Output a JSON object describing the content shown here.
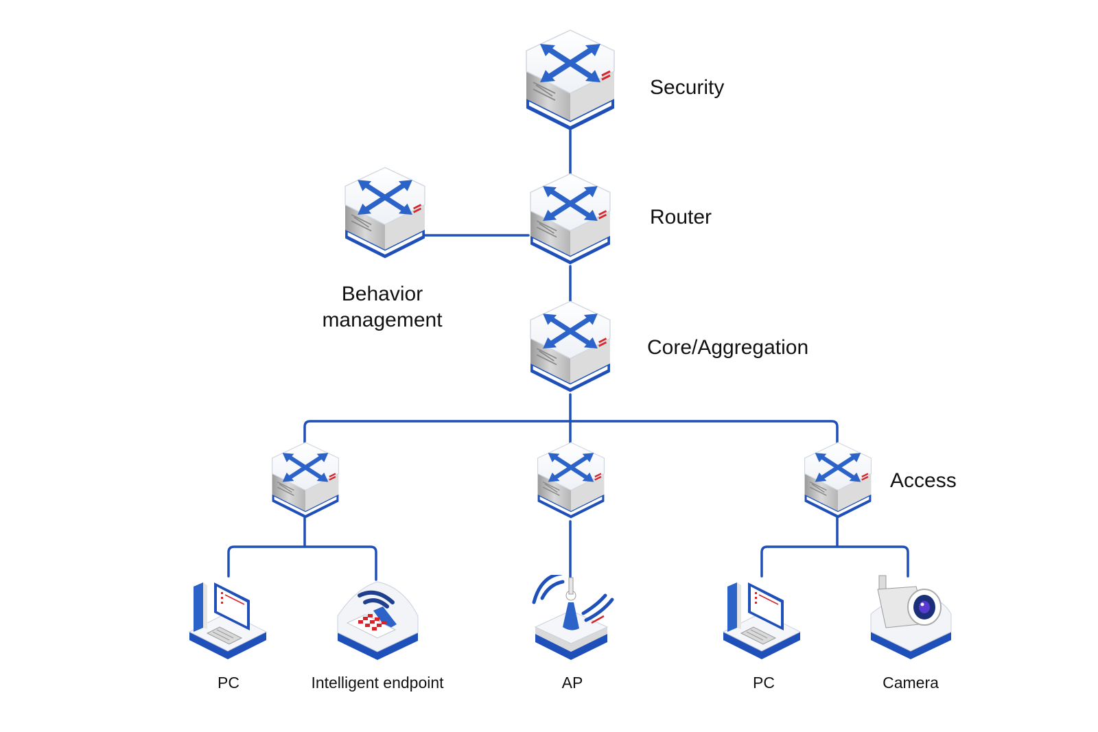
{
  "diagram": {
    "labels": {
      "security": "Security",
      "router": "Router",
      "behavior_line1": "Behavior",
      "behavior_line2": "management",
      "core": "Core/Aggregation",
      "access": "Access",
      "pc_left": "PC",
      "intelligent_endpoint": "Intelligent endpoint",
      "ap": "AP",
      "pc_right": "PC",
      "camera": "Camera"
    },
    "colors": {
      "link": "#1f4fb8",
      "device_blue": "#2b63c9",
      "accent_red": "#d8232a",
      "device_gray": "#bdbdbd"
    },
    "icons": {
      "switch": "switch-icon",
      "pc": "pc-icon",
      "phone": "ip-phone-icon",
      "ap": "access-point-icon",
      "camera": "camera-icon"
    }
  }
}
